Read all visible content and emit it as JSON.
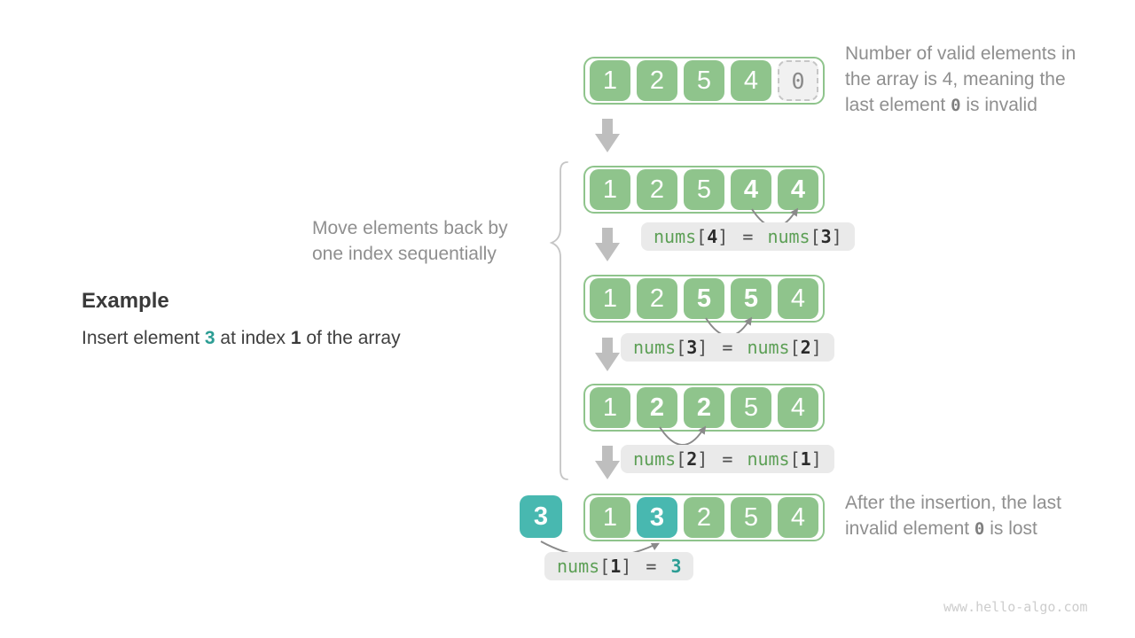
{
  "diagram": {
    "example": {
      "heading": "Example",
      "seg1": "Insert element ",
      "value": "3",
      "seg2": " at index ",
      "index": "1",
      "seg3": " of the array"
    },
    "notes": {
      "top": {
        "line1": "Number of valid elements in",
        "line2": "the array is 4, meaning the",
        "line3a": "last element ",
        "line3mono": "0",
        "line3b": " is invalid"
      },
      "move": {
        "line1": "Move elements back by",
        "line2": "one index sequentially"
      },
      "bottom": {
        "line1": "After the insertion, the last",
        "line2a": "invalid element ",
        "line2mono": "0",
        "line2b": " is lost"
      }
    },
    "inserted": "3",
    "rows": [
      {
        "cells": [
          "1",
          "2",
          "5",
          "4",
          "0"
        ]
      },
      {
        "cells": [
          "1",
          "2",
          "5",
          "4",
          "4"
        ],
        "label": {
          "idx_l": "4",
          "idx_r": "3"
        }
      },
      {
        "cells": [
          "1",
          "2",
          "5",
          "5",
          "4"
        ],
        "label": {
          "idx_l": "3",
          "idx_r": "2"
        }
      },
      {
        "cells": [
          "1",
          "2",
          "2",
          "5",
          "4"
        ],
        "label": {
          "idx_l": "2",
          "idx_r": "1"
        }
      },
      {
        "cells": [
          "1",
          "3",
          "2",
          "5",
          "4"
        ],
        "label": {
          "idx_l": "1",
          "value": "3"
        }
      }
    ],
    "code": {
      "fn": "nums",
      "lb": "[",
      "rb": "]",
      "eq": " = "
    },
    "footer": "www.hello-algo.com",
    "colors": {
      "cell_green": "#8FC48C",
      "cell_teal": "#48B8B0",
      "code_green": "#5C9F55",
      "code_teal": "#2C9D94",
      "arrow_gray": "#BEBEBE",
      "arc_gray": "#8A8A8A",
      "label_bg": "#EAEAEA",
      "note_gray": "#8F8F8F"
    }
  }
}
